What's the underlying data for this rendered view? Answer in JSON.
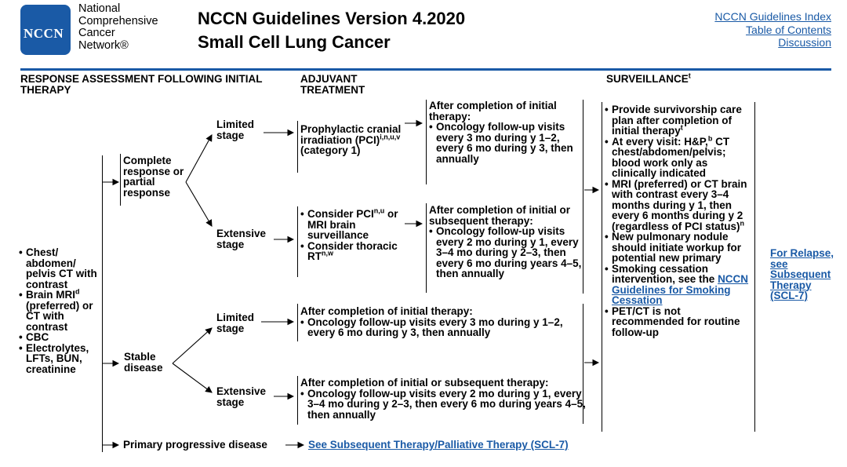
{
  "header": {
    "logo": "NCCN",
    "org_lines": [
      "National",
      "Comprehensive",
      "Cancer",
      "Network®"
    ],
    "title_line1": "NCCN Guidelines Version 4.2020",
    "title_line2": "Small Cell Lung Cancer",
    "links": [
      "NCCN Guidelines Index",
      "Table of Contents",
      "Discussion"
    ],
    "brand_color": "#1a5aa6"
  },
  "columns": {
    "response": "RESPONSE ASSESSMENT FOLLOWING INITIAL THERAPY",
    "adjuvant": "ADJUVANT TREATMENT",
    "surveillance": "SURVEILLANCE",
    "surveillance_sup": "t"
  },
  "assessment": [
    {
      "text": "Chest/ abdomen/ pelvis CT with contrast",
      "sup": ""
    },
    {
      "text": "Brain MRI",
      "sup": "d",
      "cont": "(preferred) or CT with contrast"
    },
    {
      "text": "CBC",
      "sup": ""
    },
    {
      "text": "Electrolytes, LFTs, BUN, creatinine",
      "sup": ""
    }
  ],
  "responses": {
    "complete": "Complete response or partial response",
    "stable": "Stable disease",
    "progressive": "Primary progressive disease"
  },
  "stages": {
    "limited": "Limited stage",
    "extensive": "Extensive stage"
  },
  "adjuvant": {
    "pci_text": "Prophylactic cranial irradiation (PCI)",
    "pci_sup": "i,n,u,v",
    "pci_category": "(category 1)",
    "ext_item1": "Consider PCI",
    "ext_item1_sup": "n,u",
    "ext_item1_cont": "or MRI brain surveillance",
    "ext_item2": "Consider thoracic RT",
    "ext_item2_sup": "n,w"
  },
  "followup": {
    "limited_head": "After completion of initial therapy:",
    "limited_body": "Oncology follow-up visits every 3 mo during y 1–2, every 6 mo during y 3, then annually",
    "extensive_head": "After completion of initial or subsequent therapy:",
    "extensive_body": "Oncology follow-up visits every 2 mo during y 1, every 3–4 mo during y 2–3, then every 6 mo during years 4–5, then annually"
  },
  "surveillance_items": {
    "i1": "Provide survivorship care plan after completion of initial therapy",
    "i1_sup": "t",
    "i2a": "At every visit: H&P,",
    "i2_sup": "b",
    "i2b": "CT chest/abdomen/pelvis; blood work only as clinically indicated",
    "i3": "MRI (preferred) or CT brain with contrast every 3–4 months during y 1, then every 6 months during y 2 (regardless of PCI status)",
    "i3_sup": "n",
    "i4": "New pulmonary nodule should initiate workup for potential new primary",
    "i5a": "Smoking cessation intervention, see the",
    "i5_link": "NCCN Guidelines for Smoking Cessation",
    "i6": "PET/CT is not recommended for routine follow-up"
  },
  "relapse_link": "For Relapse, see Subsequent Therapy (SCL-7)",
  "progressive_link": "See Subsequent Therapy/Palliative Therapy (SCL-7)"
}
